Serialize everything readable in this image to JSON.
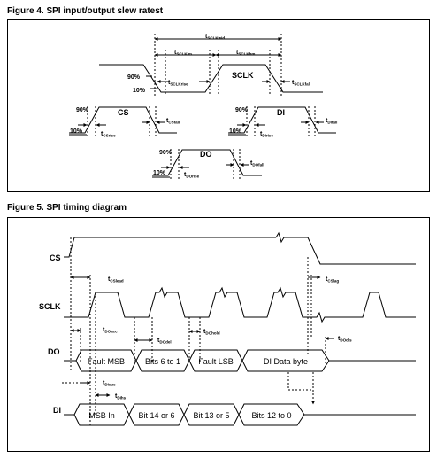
{
  "figure4": {
    "title": "Figure 4. SPI input/output slew ratest",
    "signals": {
      "sclk": "SCLK",
      "cs": "CS",
      "di": "DI",
      "do": "DO"
    },
    "levels": {
      "p90": "90%",
      "p10": "10%"
    },
    "params": {
      "sclk_wid": {
        "main": "t",
        "sub": "SCLKwid"
      },
      "sclk_lm": {
        "main": "t",
        "sub": "SCLKlm"
      },
      "sclk_hm": {
        "main": "t",
        "sub": "SCLKhm"
      },
      "sclk_rise": {
        "main": "t",
        "sub": "SCLKrise"
      },
      "sclk_fall": {
        "main": "t",
        "sub": "SCLKfall"
      },
      "cs_rise": {
        "main": "t",
        "sub": "CSrise"
      },
      "cs_fall": {
        "main": "t",
        "sub": "CSfall"
      },
      "di_rise": {
        "main": "t",
        "sub": "DIrise"
      },
      "di_fall": {
        "main": "t",
        "sub": "DIfall"
      },
      "do_rise": {
        "main": "t",
        "sub": "DOrise"
      },
      "do_fall": {
        "main": "t",
        "sub": "DOfall"
      }
    }
  },
  "figure5": {
    "title": "Figure 5. SPI timing diagram",
    "signals": {
      "cs": "CS",
      "sclk": "SCLK",
      "do": "DO",
      "di": "DI"
    },
    "params": {
      "cs_lead": {
        "main": "t",
        "sub": "CSlead"
      },
      "cs_lag": {
        "main": "t",
        "sub": "CSlag"
      },
      "do_acc": {
        "main": "t",
        "sub": "DOacc"
      },
      "do_del": {
        "main": "t",
        "sub": "DOdel"
      },
      "do_hold": {
        "main": "t",
        "sub": "DOhold"
      },
      "do_dis": {
        "main": "t",
        "sub": "DOdis"
      },
      "di_sus": {
        "main": "t",
        "sub": "DIsus"
      },
      "di_hs": {
        "main": "t",
        "sub": "DIhs"
      }
    },
    "do_bits": [
      "Fault MSB",
      "Bits 6 to 1",
      "Fault LSB",
      "DI Data byte"
    ],
    "di_bits": [
      "MSB In",
      "Bit 14 or 6",
      "Bit 13 or 5",
      "Bits 12 to 0"
    ]
  }
}
